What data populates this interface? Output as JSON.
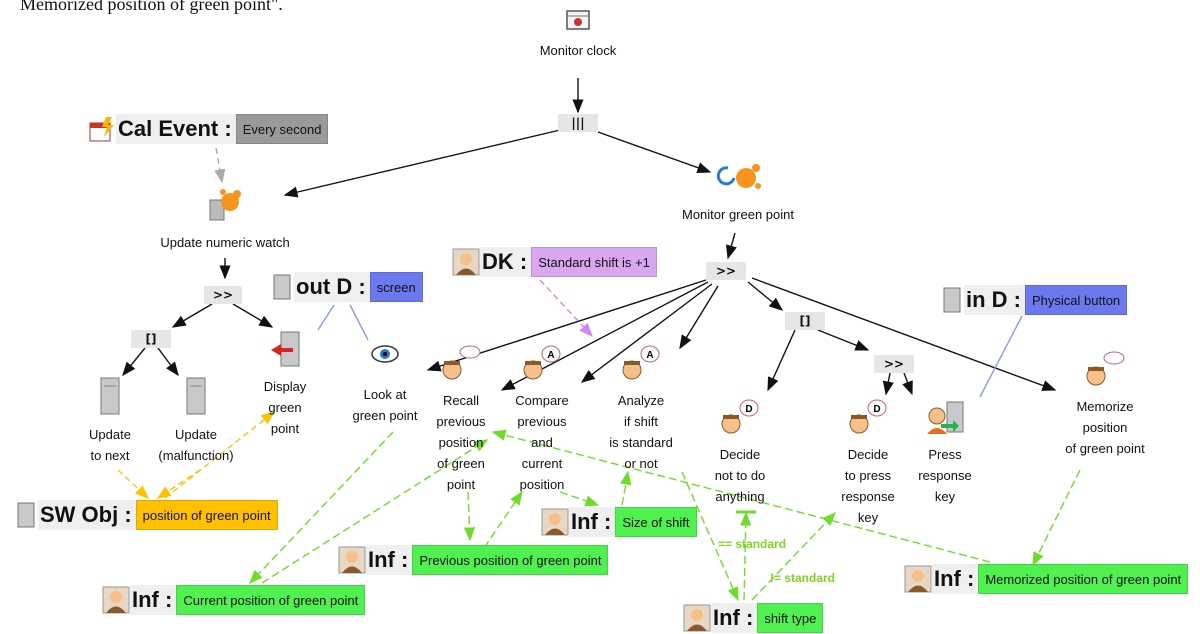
{
  "header_text": "Memorized position of green point\".",
  "colors": {
    "gray_obj": "#9a9a9a",
    "blue_obj": "#6b79ee",
    "purple_obj": "#d9a6f0",
    "yellow_obj": "#ffc000",
    "green_obj": "#4ff04f",
    "green_edge": "#6fdc2a",
    "dashed_purple": "#cc88ee",
    "line_blue": "#8899ee"
  },
  "nodes": {
    "monitor_clock": "Monitor clock",
    "update_numeric_watch": "Update numeric watch",
    "monitor_green_point": "Monitor green point",
    "update_next": "Update\nto next",
    "update_malfunction": "Update\n(malfunction)",
    "display_green_point": "Display\ngreen\npoint",
    "look_green_point": "Look at\ngreen point",
    "recall_previous": "Recall\nprevious\nposition\nof green\npoint",
    "compare": "Compare\nprevious\nand\ncurrent\nposition",
    "analyze": "Analyze\nif shift\nis standard\nor not",
    "decide_nothing": "Decide\nnot to do\nanything",
    "decide_press": "Decide\nto press\nresponse\nkey",
    "press_key": "Press\nresponse\nkey",
    "memorize": "Memorize\nposition\nof green point"
  },
  "operators": {
    "parallel": "|||",
    "seq_left": ">>",
    "seq_main": ">>",
    "seq_press": ">>",
    "choice_left": "[]",
    "choice_right": "[]"
  },
  "objects": {
    "cal_event": {
      "kind": "Cal Event :",
      "value": "Every second"
    },
    "out_d": {
      "kind": "out D :",
      "value": "screen"
    },
    "dk": {
      "kind": "DK :",
      "value": "Standard shift is +1"
    },
    "in_d": {
      "kind": "in D :",
      "value": "Physical button"
    },
    "sw_obj": {
      "kind": "SW Obj :",
      "value": "position of green point"
    },
    "inf_current": {
      "kind": "Inf :",
      "value": "Current position of green point"
    },
    "inf_previous": {
      "kind": "Inf :",
      "value": "Previous position of green point"
    },
    "inf_size": {
      "kind": "Inf :",
      "value": "Size of shift"
    },
    "inf_shift_type": {
      "kind": "Inf :",
      "value": "shift type"
    },
    "inf_memorized": {
      "kind": "Inf :",
      "value": "Memorized position of green point"
    }
  },
  "conditions": {
    "eq_standard": "== standard",
    "neq_standard": "!= standard"
  },
  "badges": {
    "analyze": "A",
    "decide": "D"
  }
}
